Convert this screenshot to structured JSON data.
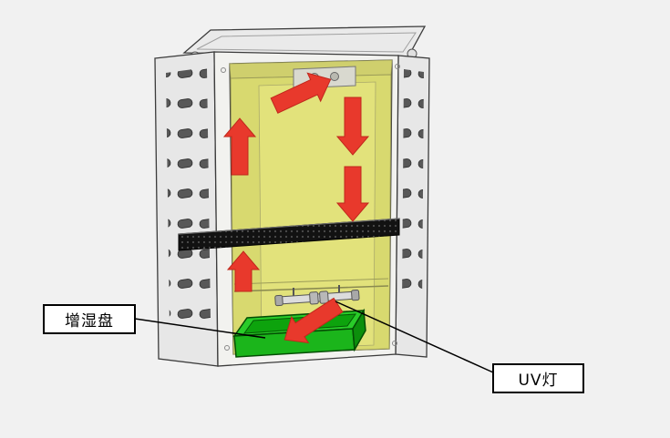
{
  "diagram": {
    "type": "cabinet-airflow-diagram",
    "callouts": {
      "humidifier_tray": "增湿盘",
      "uv_lamp": "UV灯"
    },
    "colors": {
      "background": "#f1f1f1",
      "outline": "#3c3c3c",
      "cabinet_gray": "#f2f2ef",
      "panel_gray": "#e7e7e7",
      "interior_yellow": "#d8d96f",
      "interior_back_yellow": "#e2e27b",
      "shelf_black": "#121212",
      "tray_green": "#29cc29",
      "arrow_red": "#e8392c",
      "label_border": "#000000"
    }
  }
}
